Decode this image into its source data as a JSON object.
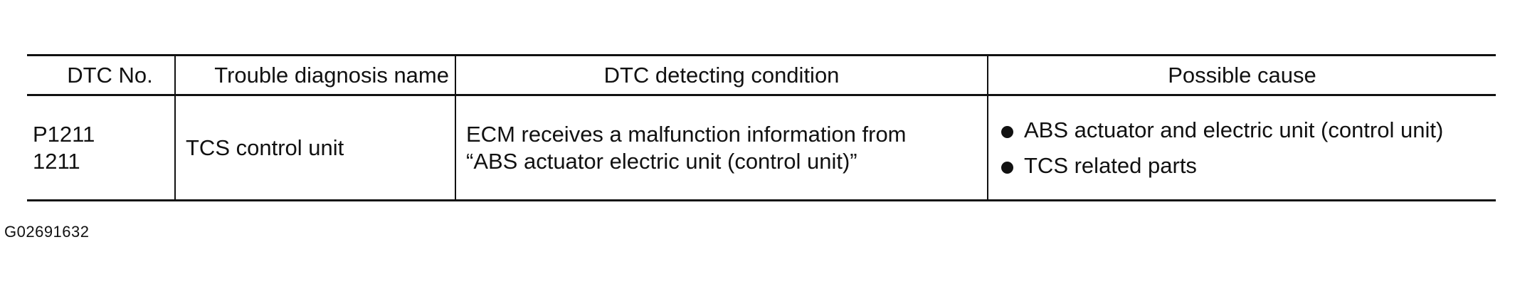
{
  "table": {
    "headers": {
      "dtc_no": "DTC No.",
      "name": "Trouble diagnosis name",
      "condition": "DTC detecting condition",
      "cause": "Possible cause"
    },
    "row": {
      "codes": [
        "P1211",
        "1211"
      ],
      "name": "TCS control unit",
      "condition_lines": [
        "ECM receives a malfunction information from",
        "“ABS actuator electric unit (control unit)”"
      ],
      "causes": [
        "ABS actuator and electric unit (control unit)",
        "TCS related parts"
      ]
    }
  },
  "figure_id": "G02691632"
}
